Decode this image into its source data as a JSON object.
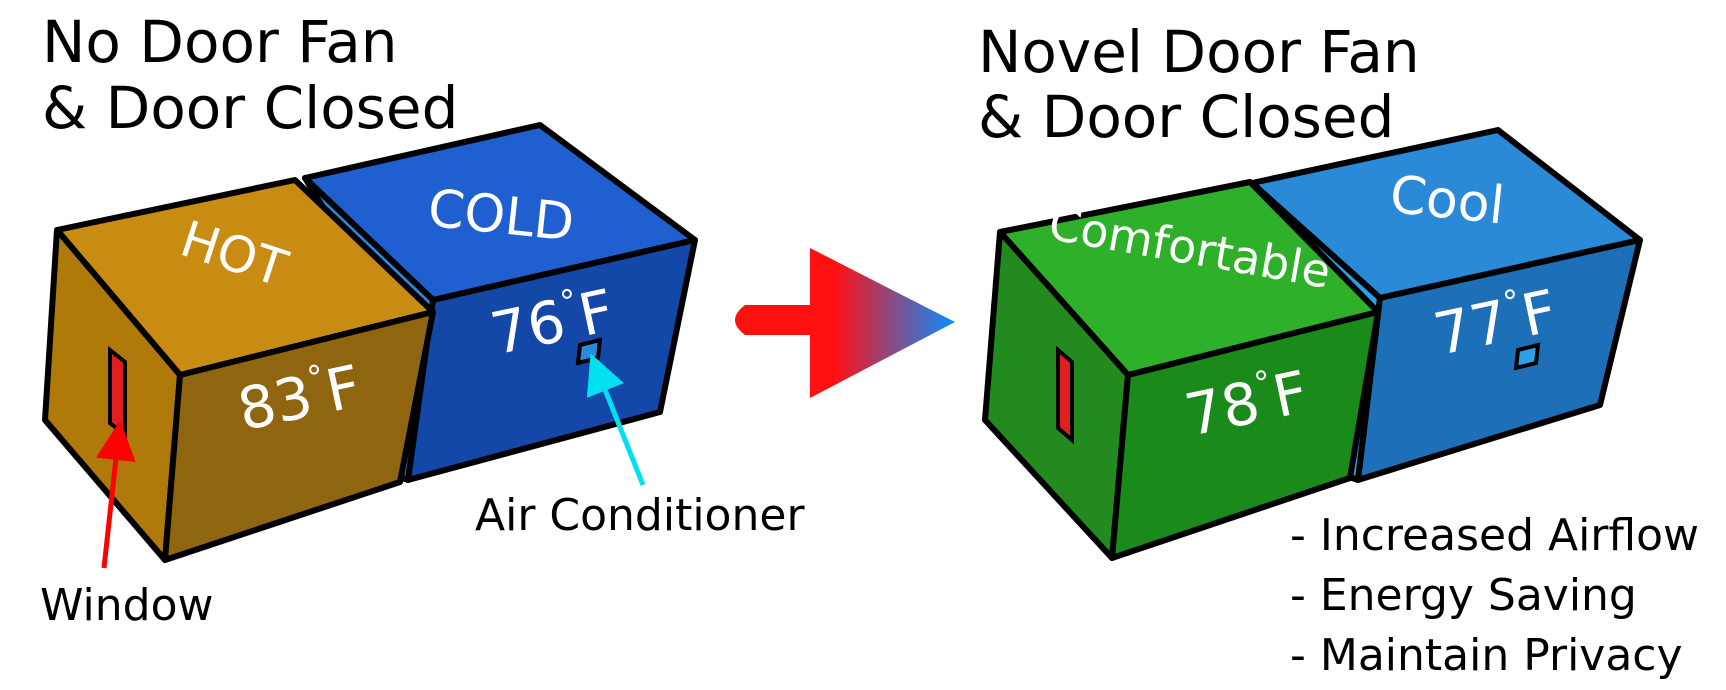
{
  "left_panel": {
    "title_line1": "No Door Fan",
    "title_line2": "& Door Closed",
    "hot_room": {
      "label": "HOT",
      "temp_value": "83",
      "temp_unit": "F"
    },
    "cold_room": {
      "label": "COLD",
      "temp_value": "76",
      "temp_unit": "F"
    },
    "window_label": "Window",
    "ac_label": "Air Conditioner"
  },
  "right_panel": {
    "title_line1": "Novel Door Fan",
    "title_line2": "& Door Closed",
    "comfortable_room": {
      "label": "Comfortable",
      "temp_value": "78",
      "temp_unit": "F"
    },
    "cool_room": {
      "label": "Cool",
      "temp_value": "77",
      "temp_unit": "F"
    },
    "benefits": [
      "- Increased Airflow",
      "- Energy Saving",
      "- Maintain Privacy"
    ]
  },
  "colors": {
    "hot_top": "#c98c12",
    "hot_side": "#b07a0a",
    "hot_front": "#8f6510",
    "cold_top": "#1f5fd0",
    "cold_side": "#2a8ae0",
    "cold_front": "#1348a8",
    "comf_top": "#2fb02a",
    "comf_side": "#238a1f",
    "comf_front": "#1a8a1a",
    "cool_top": "#2a8ad8",
    "cool_side": "#2aa0e8",
    "cool_front": "#1d6fb8",
    "window_arrow": "#ff0000",
    "ac_arrow": "#00e0f0",
    "transition_hot": "#ff1010",
    "transition_cold": "#0a8cff"
  },
  "icons": {
    "degree": "°",
    "transition": "red-to-blue-arrow-icon"
  }
}
